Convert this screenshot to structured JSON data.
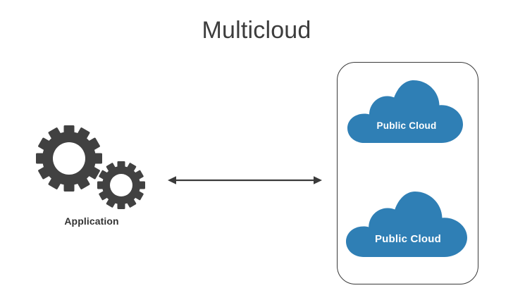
{
  "diagram": {
    "title": "Multicloud",
    "type": "architecture-diagram",
    "background_color": "#ffffff"
  },
  "colors": {
    "title_text": "#3d3d3d",
    "gear_fill": "#414141",
    "cloud_fill": "#2f7fb5",
    "cloud_text": "#ffffff",
    "container_border": "#3a3a3a",
    "arrow": "#3a3a3a",
    "label_text": "#333333"
  },
  "application": {
    "label": "Application",
    "icon": "gears-icon",
    "gear_count": 2
  },
  "connector": {
    "icon": "double-headed-arrow-icon",
    "direction": "bidirectional"
  },
  "cloud_container": {
    "clouds": [
      {
        "label": "Public Cloud",
        "icon": "cloud-icon"
      },
      {
        "label": "Public Cloud",
        "icon": "cloud-icon"
      }
    ]
  }
}
